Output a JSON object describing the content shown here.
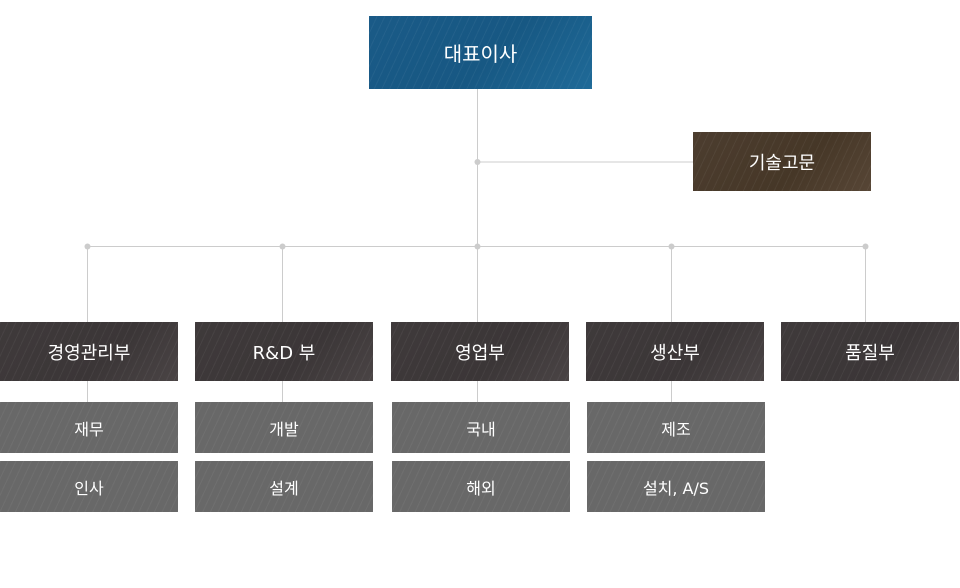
{
  "ceo": {
    "label": "대표이사"
  },
  "advisor": {
    "label": "기술고문"
  },
  "departments": [
    {
      "label": "경영관리부",
      "subs": [
        "재무",
        "인사"
      ]
    },
    {
      "label": "R&D 부",
      "subs": [
        "개발",
        "설계"
      ]
    },
    {
      "label": "영업부",
      "subs": [
        "국내",
        "해외"
      ]
    },
    {
      "label": "생산부",
      "subs": [
        "제조",
        "설치, A/S"
      ]
    },
    {
      "label": "품질부",
      "subs": []
    }
  ],
  "colors": {
    "ceo": "#175883",
    "advisor": "#463727",
    "department": "#3b3637",
    "sub_unit": "#686868",
    "connector": "#cccccc"
  }
}
